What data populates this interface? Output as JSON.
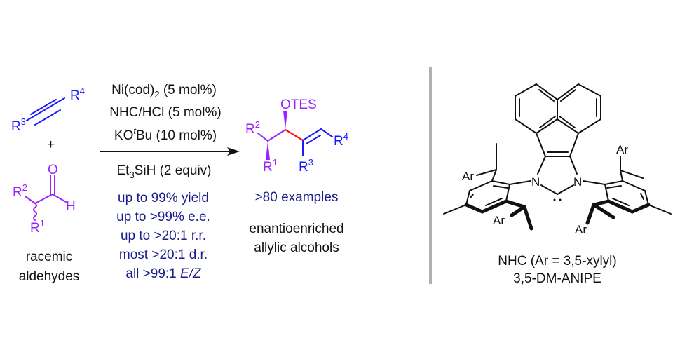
{
  "colors": {
    "alkyne": "#1a1aff",
    "aldehyde": "#9b22ff",
    "conditions": "#1c1c8c",
    "new_bond": "#ff0000",
    "divider": "#b0b0b0"
  },
  "alkyne": {
    "r4": "R",
    "r4_sup": "4",
    "r3": "R",
    "r3_sup": "3"
  },
  "plus": "+",
  "aldehyde": {
    "o": "O",
    "h": "H",
    "r2": "R",
    "r2_sup": "2",
    "r1": "R",
    "r1_sup": "1",
    "caption_1": "racemic",
    "caption_2": "aldehydes"
  },
  "conditions": {
    "line1_a": "Ni(cod)",
    "line1_sub": "2",
    "line1_b": " (5 mol%)",
    "line2": "NHC/HCl (5 mol%)",
    "line3_a": "KO",
    "line3_sup": "t",
    "line3_b": "Bu (10 mol%)",
    "line4_a": "Et",
    "line4_sub": "3",
    "line4_b": "SiH (2 equiv)",
    "results": [
      "up to 99% yield",
      "up to >99% e.e.",
      "up to >20:1 r.r.",
      "most >20:1 d.r."
    ],
    "last_a": "all >99:1 ",
    "last_b": "E/Z"
  },
  "product": {
    "otes": "OTES",
    "r2": "R",
    "r2_sup": "2",
    "r1": "R",
    "r1_sup": "1",
    "r3": "R",
    "r3_sup": "3",
    "r4": "R",
    "r4_sup": "4",
    "examples": ">80 examples",
    "caption_1": "enantioenriched",
    "caption_2": "allylic alcohols"
  },
  "nhc": {
    "n": "N",
    "ar": "Ar",
    "caption_1": "NHC (Ar = 3,5-xylyl)",
    "caption_2": "3,5-DM-ANIPE"
  }
}
